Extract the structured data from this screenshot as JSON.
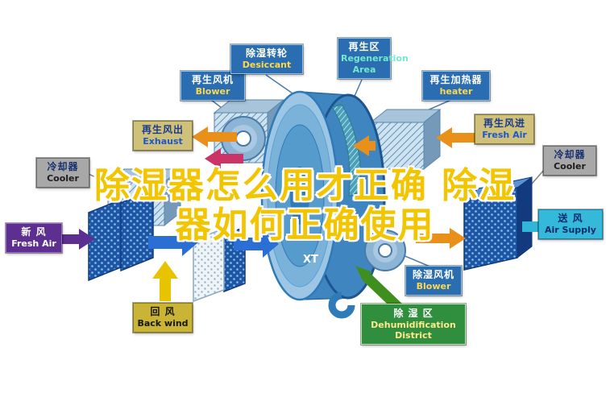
{
  "title": {
    "line1": "除湿器怎么用才正确 除湿",
    "line2": "器如何正确使用"
  },
  "watermark": "XT",
  "labels": {
    "regen_blower": {
      "zh": "再生风机",
      "en": "Blower"
    },
    "desiccant": {
      "zh": "除湿转轮",
      "en": "Desiccant"
    },
    "regen_area": {
      "zh": "再生区",
      "en": "Regeneration Area"
    },
    "regen_heater": {
      "zh": "再生加热器",
      "en": "heater"
    },
    "exhaust": {
      "zh": "再生风出",
      "en": "Exhaust"
    },
    "regen_fresh_air": {
      "zh": "再生风进",
      "en": "Fresh Air"
    },
    "cooler_left": {
      "zh": "冷却器",
      "en": "Cooler"
    },
    "cooler_right": {
      "zh": "冷却器",
      "en": "Cooler"
    },
    "fresh_air": {
      "zh": "新  风",
      "en": "Fresh Air"
    },
    "air_supply": {
      "zh": "送  风",
      "en": "Air Supply"
    },
    "back_wind": {
      "zh": "回  风",
      "en": "Back wind"
    },
    "dehumid_blower": {
      "zh": "除湿风机",
      "en": "Blower"
    },
    "dehumid_district": {
      "zh": "除 湿 区",
      "en": "Dehumidification District"
    }
  },
  "colors": {
    "title_yellow": "#f2c500",
    "arrow_orange": "#e8901a",
    "arrow_blue": "#2b6fd4",
    "arrow_green": "#3f8f1f",
    "arrow_yellow": "#e8c400",
    "arrow_cyan": "#2fb6d9",
    "arrow_purple": "#5c2f91",
    "label_blue": "#2a6db0",
    "label_green": "#2f8f3f"
  }
}
